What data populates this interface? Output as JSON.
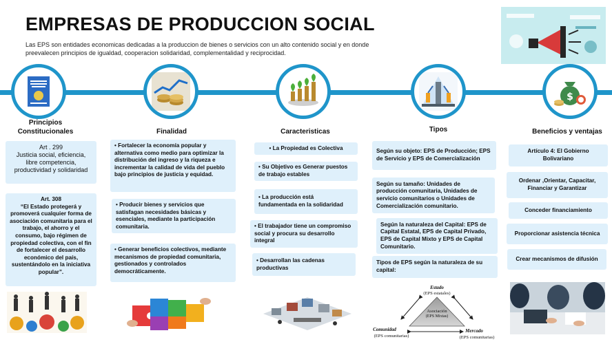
{
  "header": {
    "title": "EMPRESAS DE PRODUCCION  SOCIAL",
    "intro": "Las EPS son entidades  economicas dedicadas a la produccion de bienes  o servicios con  un alto  contenido social y en donde preevalecen principios de igualdad, cooperacion solidaridad, complementalidad y reciprocidad."
  },
  "colors": {
    "accent": "#1f95ca",
    "box_fill": "#dff0fb"
  },
  "columns": {
    "principios": {
      "title": "Principios\nConstitucionales",
      "icon": "constitution-book-icon",
      "art299": {
        "title": "Art . 299",
        "body": "Justicia social, eficiencia, libre competencia, productividad y solidaridad"
      },
      "art308": {
        "title": "Art. 308",
        "body": "“El Estado protegerá y promoverá cualquier forma de asociación comunitaria para el trabajo, el ahorro y el consumo, bajo régimen de propiedad colectiva, con el fin de fortalecer el desarrollo económico del país, sustentándolo en la iniciativa popular”."
      }
    },
    "finalidad": {
      "title": "Finalidad",
      "icon": "coins-growth-icon",
      "items": [
        "• Fortalecer la economía popular y alternativa como medio para optimizar la distribución del ingreso y la riqueza e incrementar la calidad de vida del pueblo bajo principios de justicia y equidad.",
        "• Producir bienes y servicios que satisfagan necesidades básicas y esenciales, mediante la participación comunitaria.",
        "• Generar beneficios colectivos, mediante mecanismos de propiedad comunitaria, gestionados y controlados democráticamente."
      ]
    },
    "caracteristicas": {
      "title": "Caracteristicas",
      "icon": "plants-coins-icon",
      "items": [
        "• La Propiedad es Colectiva",
        "• Su Objetivo es Generar puestos de trabajo estables",
        "• La producción está fundamentada en la solidaridad",
        "• El trabajador tiene un compromiso social y procura su desarrollo integral",
        "• Desarrollan las cadenas productivas"
      ]
    },
    "tipos": {
      "title": "Tipos",
      "icon": "factory-line-icon",
      "items": [
        "Según su objeto: EPS de Producción; EPS de Servicio y EPS de Comercialización",
        "Según su tamaño: Unidades de producción comunitaria, Unidades de servicio comunitarios o Unidades de Comercialización comunitario.",
        "Según la naturaleza del Capital: EPS de Capital Estatal, EPS de Capital Privado, EPS de Capital Mixto y EPS de Capital Comunitario.",
        "Tipos de EPS según la naturaleza de su capital:"
      ],
      "triangle": {
        "top_label": "Estado",
        "top_sub": "(EPS estatales)",
        "center_label": "Asociación",
        "center_sub": "(EPS Mixtas)",
        "left_label": "Comunidad",
        "left_sub": "(EPS comunitarias)",
        "right_label": "Mercado",
        "right_sub": "(EPS comunitarias)"
      }
    },
    "beneficios": {
      "title": "Beneficios y ventajas",
      "icon": "money-bag-icon",
      "items": [
        "Artículo 4: El Gobierno Bolivariano",
        "Ordenar ,Orientar, Capacitar, Financiar  y Garantizar",
        "Conceder financiamiento",
        "Proporcionar asistencia técnica",
        "Crear mecanismos de difusión"
      ]
    }
  }
}
